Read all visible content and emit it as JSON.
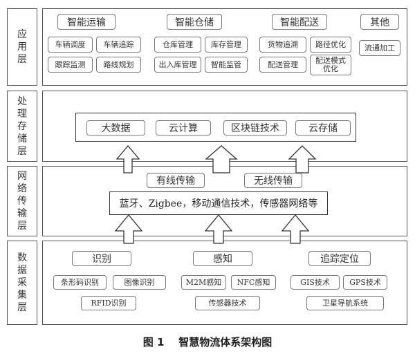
{
  "layers": {
    "app": {
      "label": [
        "应",
        "用",
        "层"
      ]
    },
    "process": {
      "label": [
        "处",
        "理",
        "存",
        "储",
        "层"
      ]
    },
    "network": {
      "label": [
        "网",
        "络",
        "传",
        "输",
        "层"
      ]
    },
    "collect": {
      "label": [
        "数",
        "据",
        "采",
        "集",
        "层"
      ]
    }
  },
  "app_groups": {
    "transport": {
      "title": "智能运输",
      "items": [
        "车辆调度",
        "车辆追踪",
        "跟踪监测",
        "路线规划"
      ]
    },
    "warehouse": {
      "title": "智能仓储",
      "items": [
        "仓库管理",
        "库存管理",
        "出入库管理",
        "智能监管"
      ]
    },
    "delivery": {
      "title": "智能配送",
      "items": [
        "货物追溯",
        "路径优化",
        "配送管理",
        "配送模式\n优化"
      ]
    },
    "other": {
      "title": "其他",
      "items": [
        "流通加工"
      ]
    }
  },
  "process_items": [
    "大数据",
    "云计算",
    "区块链技术",
    "云存储"
  ],
  "network": {
    "wired": "有线传输",
    "wireless": "无线传输",
    "tech": "蓝牙、Zigbee，移动通信技术，传感器网络等"
  },
  "collect": {
    "identify": {
      "title": "识别",
      "items": [
        "条形码识别",
        "图像识别",
        "RFID识别"
      ]
    },
    "sense": {
      "title": "感知",
      "items": [
        "M2M感知",
        "NFC感知",
        "传感器技术"
      ]
    },
    "locate": {
      "title": "追踪定位",
      "items": [
        "GIS技术",
        "GPS技术",
        "卫星导航系统"
      ]
    }
  },
  "caption": "图 1    智慧物流体系架构图"
}
